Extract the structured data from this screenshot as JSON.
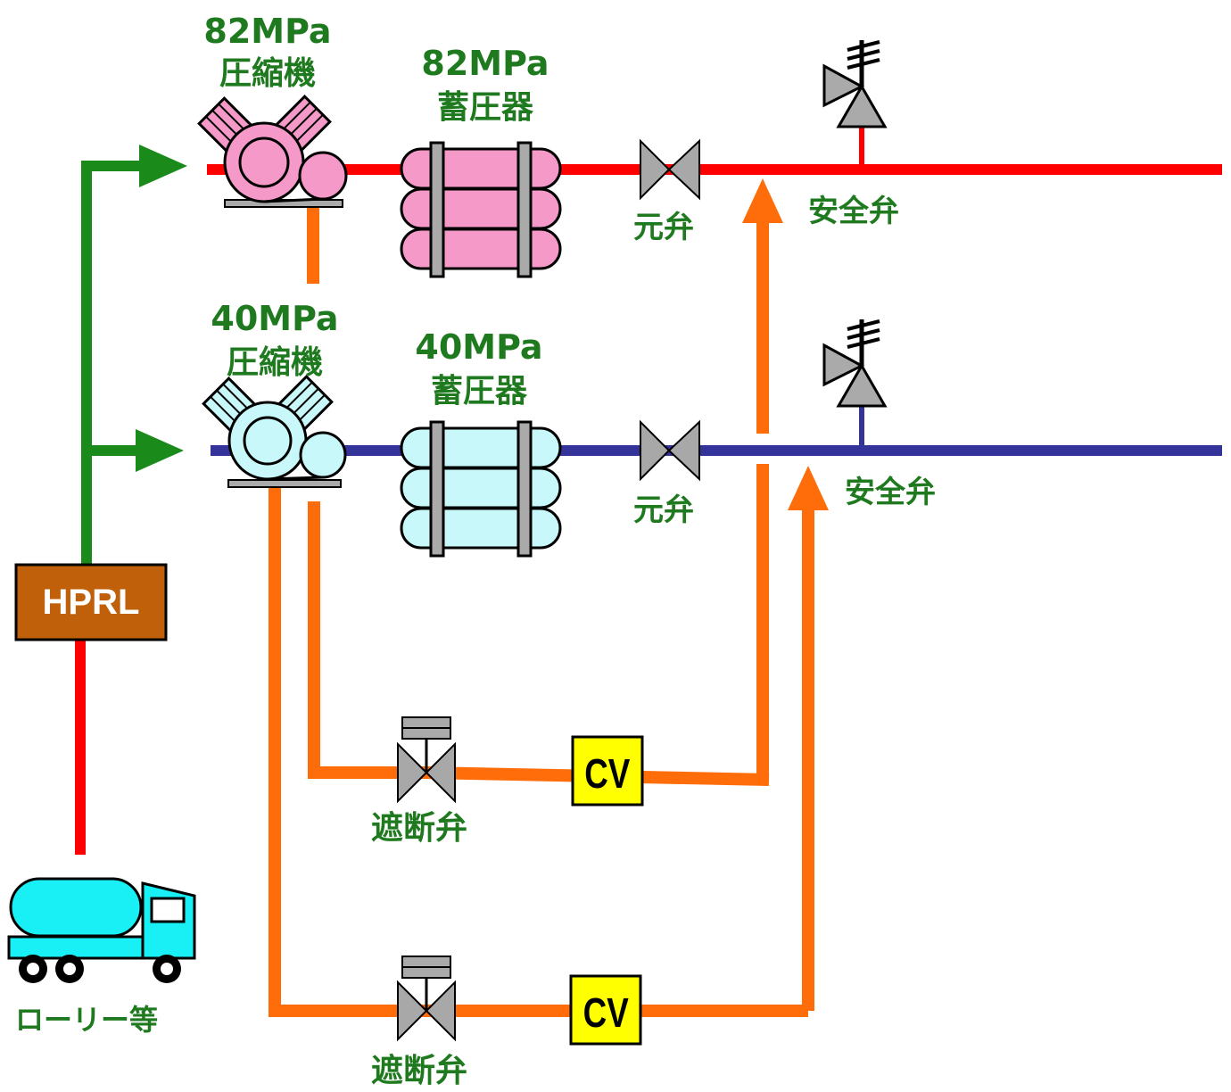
{
  "labels": {
    "comp82_pressure": "82MPa",
    "comp82_name": "圧縮機",
    "acc82_pressure": "82MPa",
    "acc82_name": "蓄圧器",
    "comp40_pressure": "40MPa",
    "comp40_name": "圧縮機",
    "acc40_pressure": "40MPa",
    "acc40_name": "蓄圧器",
    "main_valve_82": "元弁",
    "main_valve_40": "元弁",
    "safety_valve_82": "安全弁",
    "safety_valve_40": "安全弁",
    "shutoff_valve_upper": "遮断弁",
    "shutoff_valve_lower": "遮断弁",
    "cv_upper": "CV",
    "cv_lower": "CV",
    "hprl": "HPRL",
    "truck": "ローリー等"
  },
  "colors": {
    "line_82": "#ff0000",
    "line_40": "#333399",
    "supply_green": "#1a8a1a",
    "orange": "#ff6d0a",
    "label_green": "#1f7a1f",
    "hprl_box": "#c0600a",
    "cv_box": "#ffff00",
    "comp82_fill": "#f59ac8",
    "comp40_fill": "#c8f8fa",
    "truck_fill": "#19f0f5",
    "valve_gray": "#a8a8a8"
  }
}
